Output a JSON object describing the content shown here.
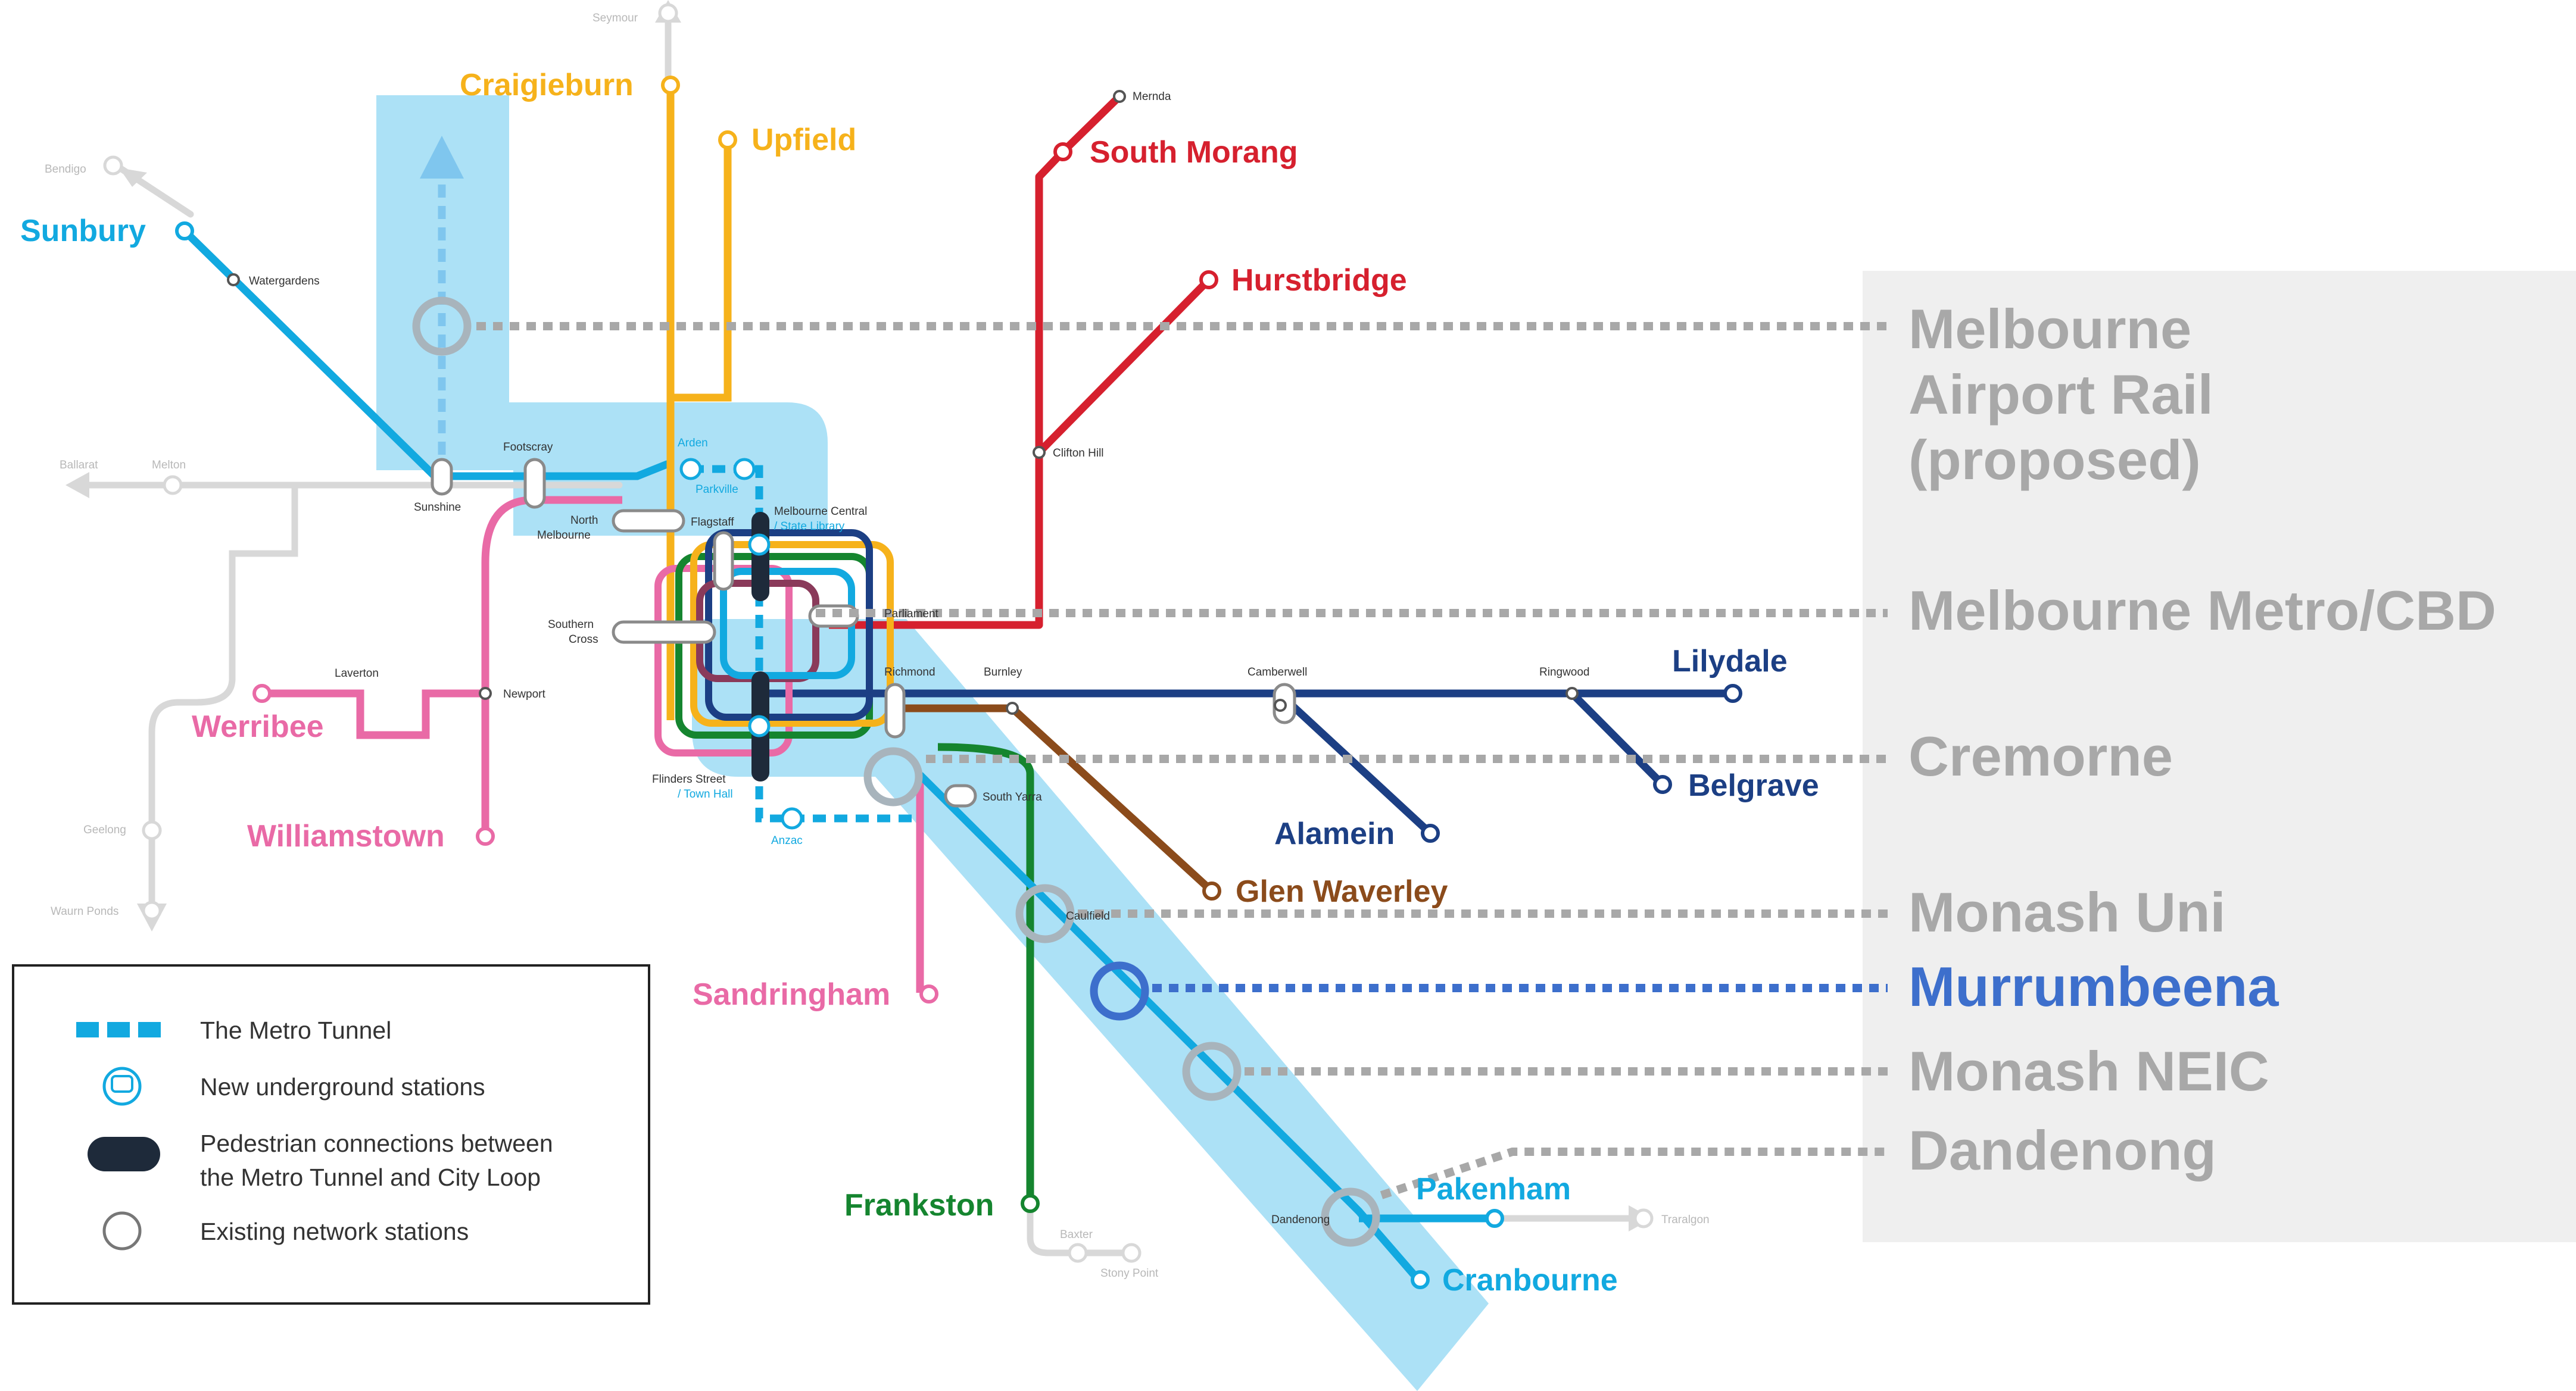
{
  "colors": {
    "sunbury": "#12a9e0",
    "craigieburn": "#f6b21b",
    "south_morang": "#d6202e",
    "lilydale": "#1c3f84",
    "glen_waverley": "#8b4b1b",
    "frankston": "#15852f",
    "werribee": "#e96aa6",
    "metro_tunnel": "#12a9e0",
    "highlight": "#9edcf5",
    "regional": "#d8d8d8",
    "callout_text": "#a8a8a8",
    "callout_highlight": "#3d6fcc",
    "callout_panel": "#efefef"
  },
  "line_labels": {
    "craigieburn": "Craigieburn",
    "upfield": "Upfield",
    "sunbury": "Sunbury",
    "south_morang": "South Morang",
    "hurstbridge": "Hurstbridge",
    "lilydale": "Lilydale",
    "belgrave": "Belgrave",
    "alamein": "Alamein",
    "glen_waverley": "Glen Waverley",
    "werribee": "Werribee",
    "williamstown": "Williamstown",
    "sandringham": "Sandringham",
    "frankston": "Frankston",
    "pakenham": "Pakenham",
    "cranbourne": "Cranbourne"
  },
  "station_labels": {
    "seymour": "Seymour",
    "bendigo": "Bendigo",
    "watergardens": "Watergardens",
    "ballarat": "Ballarat",
    "melton": "Melton",
    "footscray": "Footscray",
    "sunshine": "Sunshine",
    "arden": "Arden",
    "parkville": "Parkville",
    "melbourne_central": "Melbourne Central",
    "state_library": "/ State Library",
    "north_melbourne_1": "North",
    "north_melbourne_2": "Melbourne",
    "flagstaff": "Flagstaff",
    "southern_cross_1": "Southern",
    "southern_cross_2": "Cross",
    "parliament": "Parliament",
    "richmond": "Richmond",
    "burnley": "Burnley",
    "camberwell": "Camberwell",
    "ringwood": "Ringwood",
    "laverton": "Laverton",
    "newport": "Newport",
    "flinders_street": "Flinders Street",
    "town_hall": "/ Town Hall",
    "south_yarra": "South Yarra",
    "anzac": "Anzac",
    "geelong": "Geelong",
    "waurn_ponds": "Waurn Ponds",
    "mernda": "Mernda",
    "clifton_hill": "Clifton Hill",
    "caulfield": "Caulfield",
    "dandenong": "Dandenong",
    "traralgon": "Traralgon",
    "baxter": "Baxter",
    "stony_point": "Stony Point"
  },
  "callouts": {
    "airport_1": "Melbourne",
    "airport_2": "Airport Rail",
    "airport_3": "(proposed)",
    "metro_cbd": "Melbourne Metro/CBD",
    "cremorne": "Cremorne",
    "monash_uni": "Monash Uni",
    "murrumbeena": "Murrumbeena",
    "monash_neic": "Monash NEIC",
    "dandenong": "Dandenong"
  },
  "legend": {
    "metro_tunnel": "The Metro Tunnel",
    "underground": "New underground stations",
    "pedestrian_1": "Pedestrian connections between",
    "pedestrian_2": "the Metro Tunnel and City Loop",
    "existing": "Existing network stations"
  },
  "icons": {
    "station": "station-ring-icon",
    "underground": "train-in-circle-icon",
    "arrow": "arrow-head-icon"
  }
}
